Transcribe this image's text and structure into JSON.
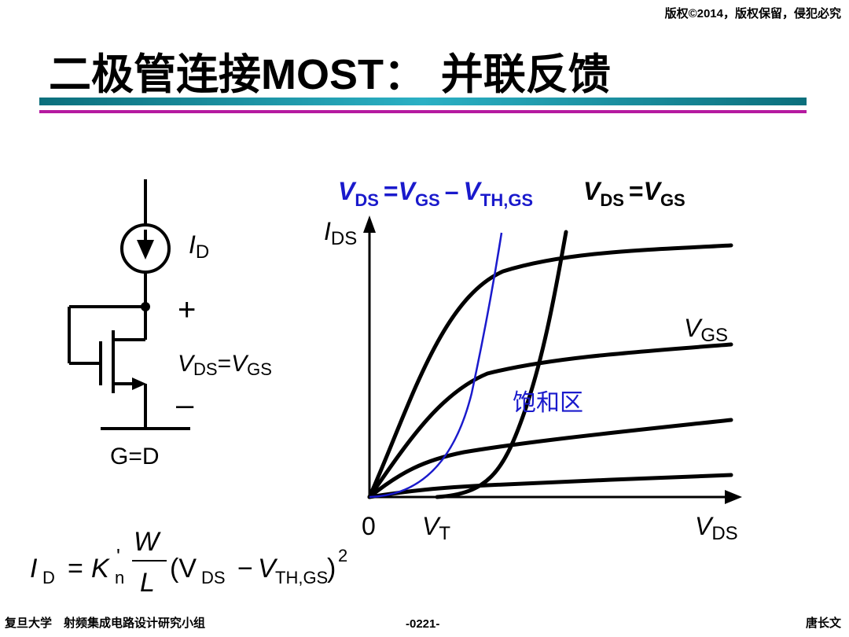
{
  "header": {
    "copyright": "版权©2014，版权保留，侵犯必究"
  },
  "title": {
    "part1": "二极管连接",
    "part2": "MOST",
    "part3": "： 并联反馈"
  },
  "circuit": {
    "current_label_main": "I",
    "current_label_sub": "D",
    "plus": "+",
    "minus": "–",
    "vds_main": "V",
    "vds_sub": "DS",
    "equals": "=",
    "vgs_main": "V",
    "vgs_sub": "GS",
    "ground_label": "G=D"
  },
  "formula": {
    "i": "I",
    "i_sub": "D",
    "eq": "=",
    "k": "K",
    "k_sub": "n",
    "k_sup": "'",
    "w": "W",
    "l": "L",
    "open": "(V",
    "vds_sub": "DS",
    "minus": "−",
    "v2": "V",
    "vth_sub": "TH,GS",
    "close": ")",
    "square": "2"
  },
  "graph": {
    "eq1": {
      "v1": "V",
      "s1": "DS",
      "eq": "=",
      "v2": "V",
      "s2": "GS",
      "minus": "–",
      "v3": "V",
      "s3": "TH,GS",
      "color": "#1a1acc"
    },
    "eq2": {
      "v1": "V",
      "s1": "DS",
      "eq": "=",
      "v2": "V",
      "s2": "GS"
    },
    "y_axis_main": "I",
    "y_axis_sub": "DS",
    "x_axis_main": "V",
    "x_axis_sub": "DS",
    "origin": "0",
    "vt_main": "V",
    "vt_sub": "T",
    "vgs_label_main": "V",
    "vgs_label_sub": "GS",
    "saturation_label": "饱和区",
    "saturation_color": "#1a1acc"
  },
  "footer": {
    "left": "复旦大学　射频集成电路设计研究小组",
    "center": "-0221-",
    "right": "唐长文"
  }
}
